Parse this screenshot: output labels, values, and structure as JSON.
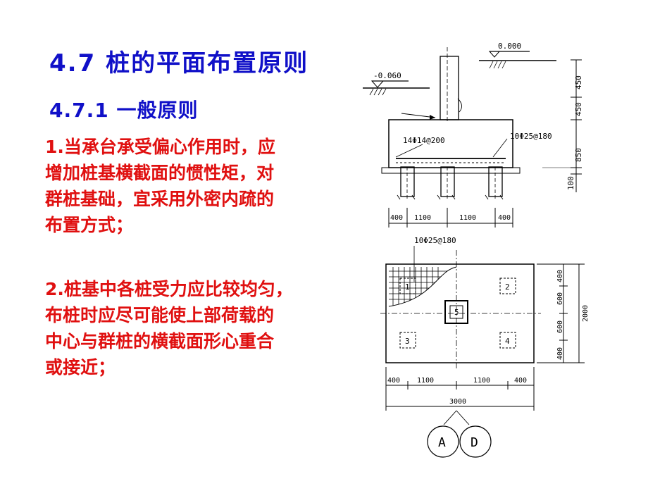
{
  "slide": {
    "title": "4.7  桩的平面布置原则",
    "subtitle": "4.7.1  一般原则",
    "rule1": [
      "1.当承台承受偏心作用时，应",
      "增加桩基横截面的惯性矩，对",
      "群桩基础，宜采用外密内疏的",
      "布置方式；"
    ],
    "rule2": [
      "2.桩基中各桩受力应比较均匀，",
      "布桩时应尽可能使上部荷载的",
      "中心与群桩的横截面形心重合",
      "或接近；"
    ]
  },
  "section": {
    "elev_top": "0.000",
    "elev_side": "-0.060",
    "rebar_bottom": "14Φ14@200",
    "rebar_top": "10Φ25@180",
    "dim_right": [
      "450",
      "450",
      "850",
      "100"
    ],
    "dim_bottom": [
      "400",
      "1100",
      "1100",
      "400"
    ]
  },
  "plan": {
    "rebar": "10Φ25@180",
    "piles": [
      "1",
      "2",
      "3",
      "4",
      "5"
    ],
    "dim_right": [
      "400",
      "600",
      "600",
      "400"
    ],
    "total_height": "2000",
    "dim_bottom": [
      "400",
      "1100",
      "1100",
      "400"
    ],
    "total_width": "3000",
    "axes": [
      "A",
      "D"
    ]
  }
}
